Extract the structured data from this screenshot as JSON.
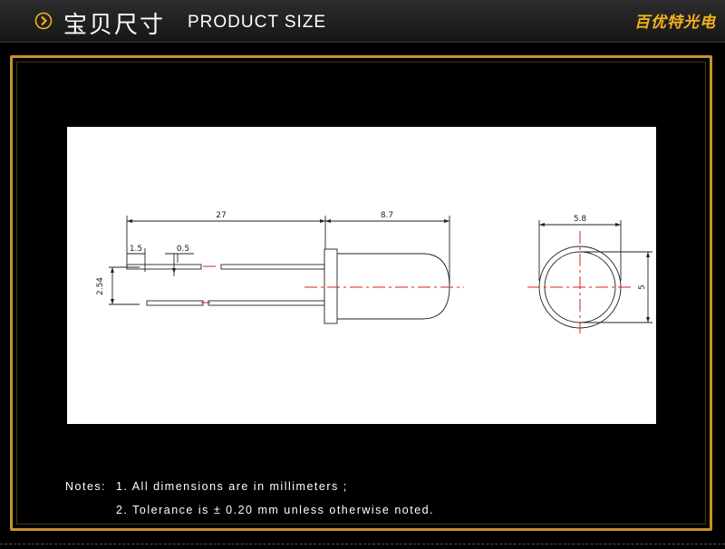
{
  "header": {
    "title_cn": "宝贝尺寸",
    "title_en": "PRODUCT SIZE",
    "brand": "百优特光电",
    "icon": "chevron-right-circle-icon"
  },
  "drawing": {
    "dimensions": {
      "lead_length": "27",
      "body_length": "8.7",
      "lead_stub": "1.5",
      "lead_width": "0.5",
      "lead_spacing": "2.54",
      "flange_diameter": "5.8",
      "lens_diameter": "5"
    }
  },
  "notes": {
    "label": "Notes:",
    "line1": "1. All dimensions are in millimeters ;",
    "line2": "2. Tolerance is ± 0.20 mm unless otherwise noted."
  },
  "colors": {
    "frame": "#c7922e",
    "brand": "#f2b21c",
    "centerline": "#d42020"
  }
}
